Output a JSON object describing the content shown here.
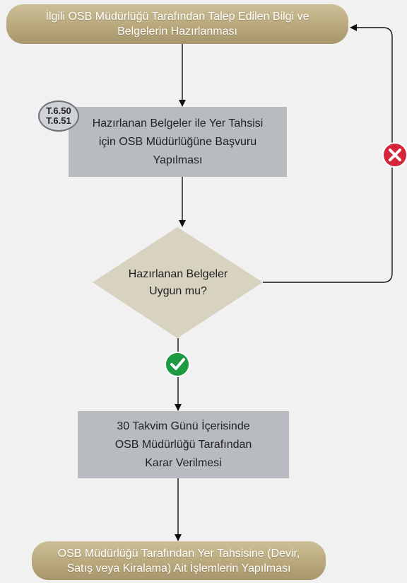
{
  "start": {
    "line1": "İlgili OSB Müdürlüğü Tarafından Talep Edilen Bilgi ve",
    "line2": "Belgelerin Hazırlanması"
  },
  "badge": {
    "line1": "T.6.50",
    "line2": "T.6.51"
  },
  "step1": {
    "line1": "Hazırlanan Belgeler  ile Yer Tahsisi",
    "line2": "için OSB Müdürlüğüne Başvuru",
    "line3": "Yapılması"
  },
  "decision": {
    "line1": "Hazırlanan Belgeler",
    "line2": "Uygun mu?"
  },
  "step2": {
    "line1": "30 Takvim Günü İçerisinde",
    "line2": "OSB Müdürlüğü Tarafından",
    "line3": "Karar Verilmesi"
  },
  "end": {
    "line1": "OSB Müdürlüğü Tarafından Yer Tahsisine (Devir,",
    "line2": "Satış veya Kiralama) Ait İşlemlerin Yapılması"
  },
  "colors": {
    "pill": "#b8a87c",
    "process_box": "#b8bcc0",
    "decision": "#d8d2c1",
    "yes_icon": "#1e9a43",
    "no_icon": "#d5253a",
    "edge": "#111111"
  },
  "icons": {
    "yes": "check-circle-icon",
    "no": "x-circle-icon"
  }
}
